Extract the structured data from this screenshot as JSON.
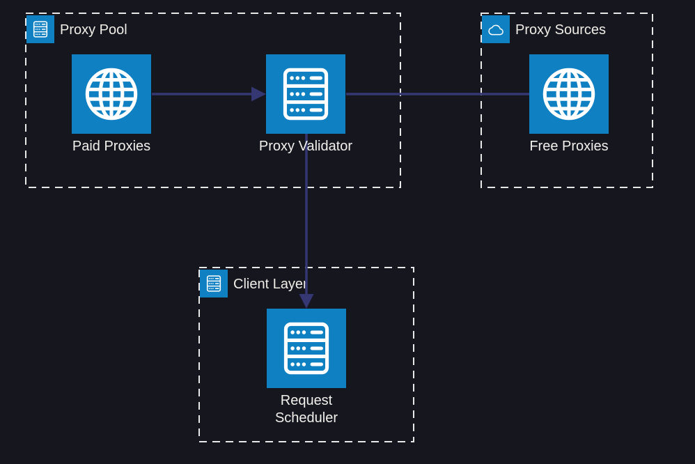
{
  "colors": {
    "background": "#16161f",
    "node_fill": "#0f80c2",
    "edge": "#343771",
    "group_border": "#e8e8e8",
    "label_text": "#f2f0ec"
  },
  "groups": [
    {
      "label": "Proxy Pool",
      "icon": "server-icon"
    },
    {
      "label": "Proxy Sources",
      "icon": "cloud-icon"
    },
    {
      "label": "Client Layer",
      "icon": "server-icon"
    }
  ],
  "nodes": [
    {
      "label": "Paid Proxies",
      "icon": "globe-icon",
      "group": "Proxy Pool"
    },
    {
      "label": "Proxy Validator",
      "icon": "server-icon",
      "group": "Proxy Pool"
    },
    {
      "label": "Free Proxies",
      "icon": "globe-icon",
      "group": "Proxy Sources"
    },
    {
      "label": "Request Scheduler",
      "icon": "server-icon",
      "group": "Client Layer"
    }
  ],
  "edges": [
    {
      "from": "Paid Proxies",
      "to": "Proxy Validator",
      "directed": true
    },
    {
      "from": "Proxy Validator",
      "to": "Free Proxies",
      "directed": false
    },
    {
      "from": "Proxy Validator",
      "to": "Request Scheduler",
      "directed": true
    }
  ]
}
